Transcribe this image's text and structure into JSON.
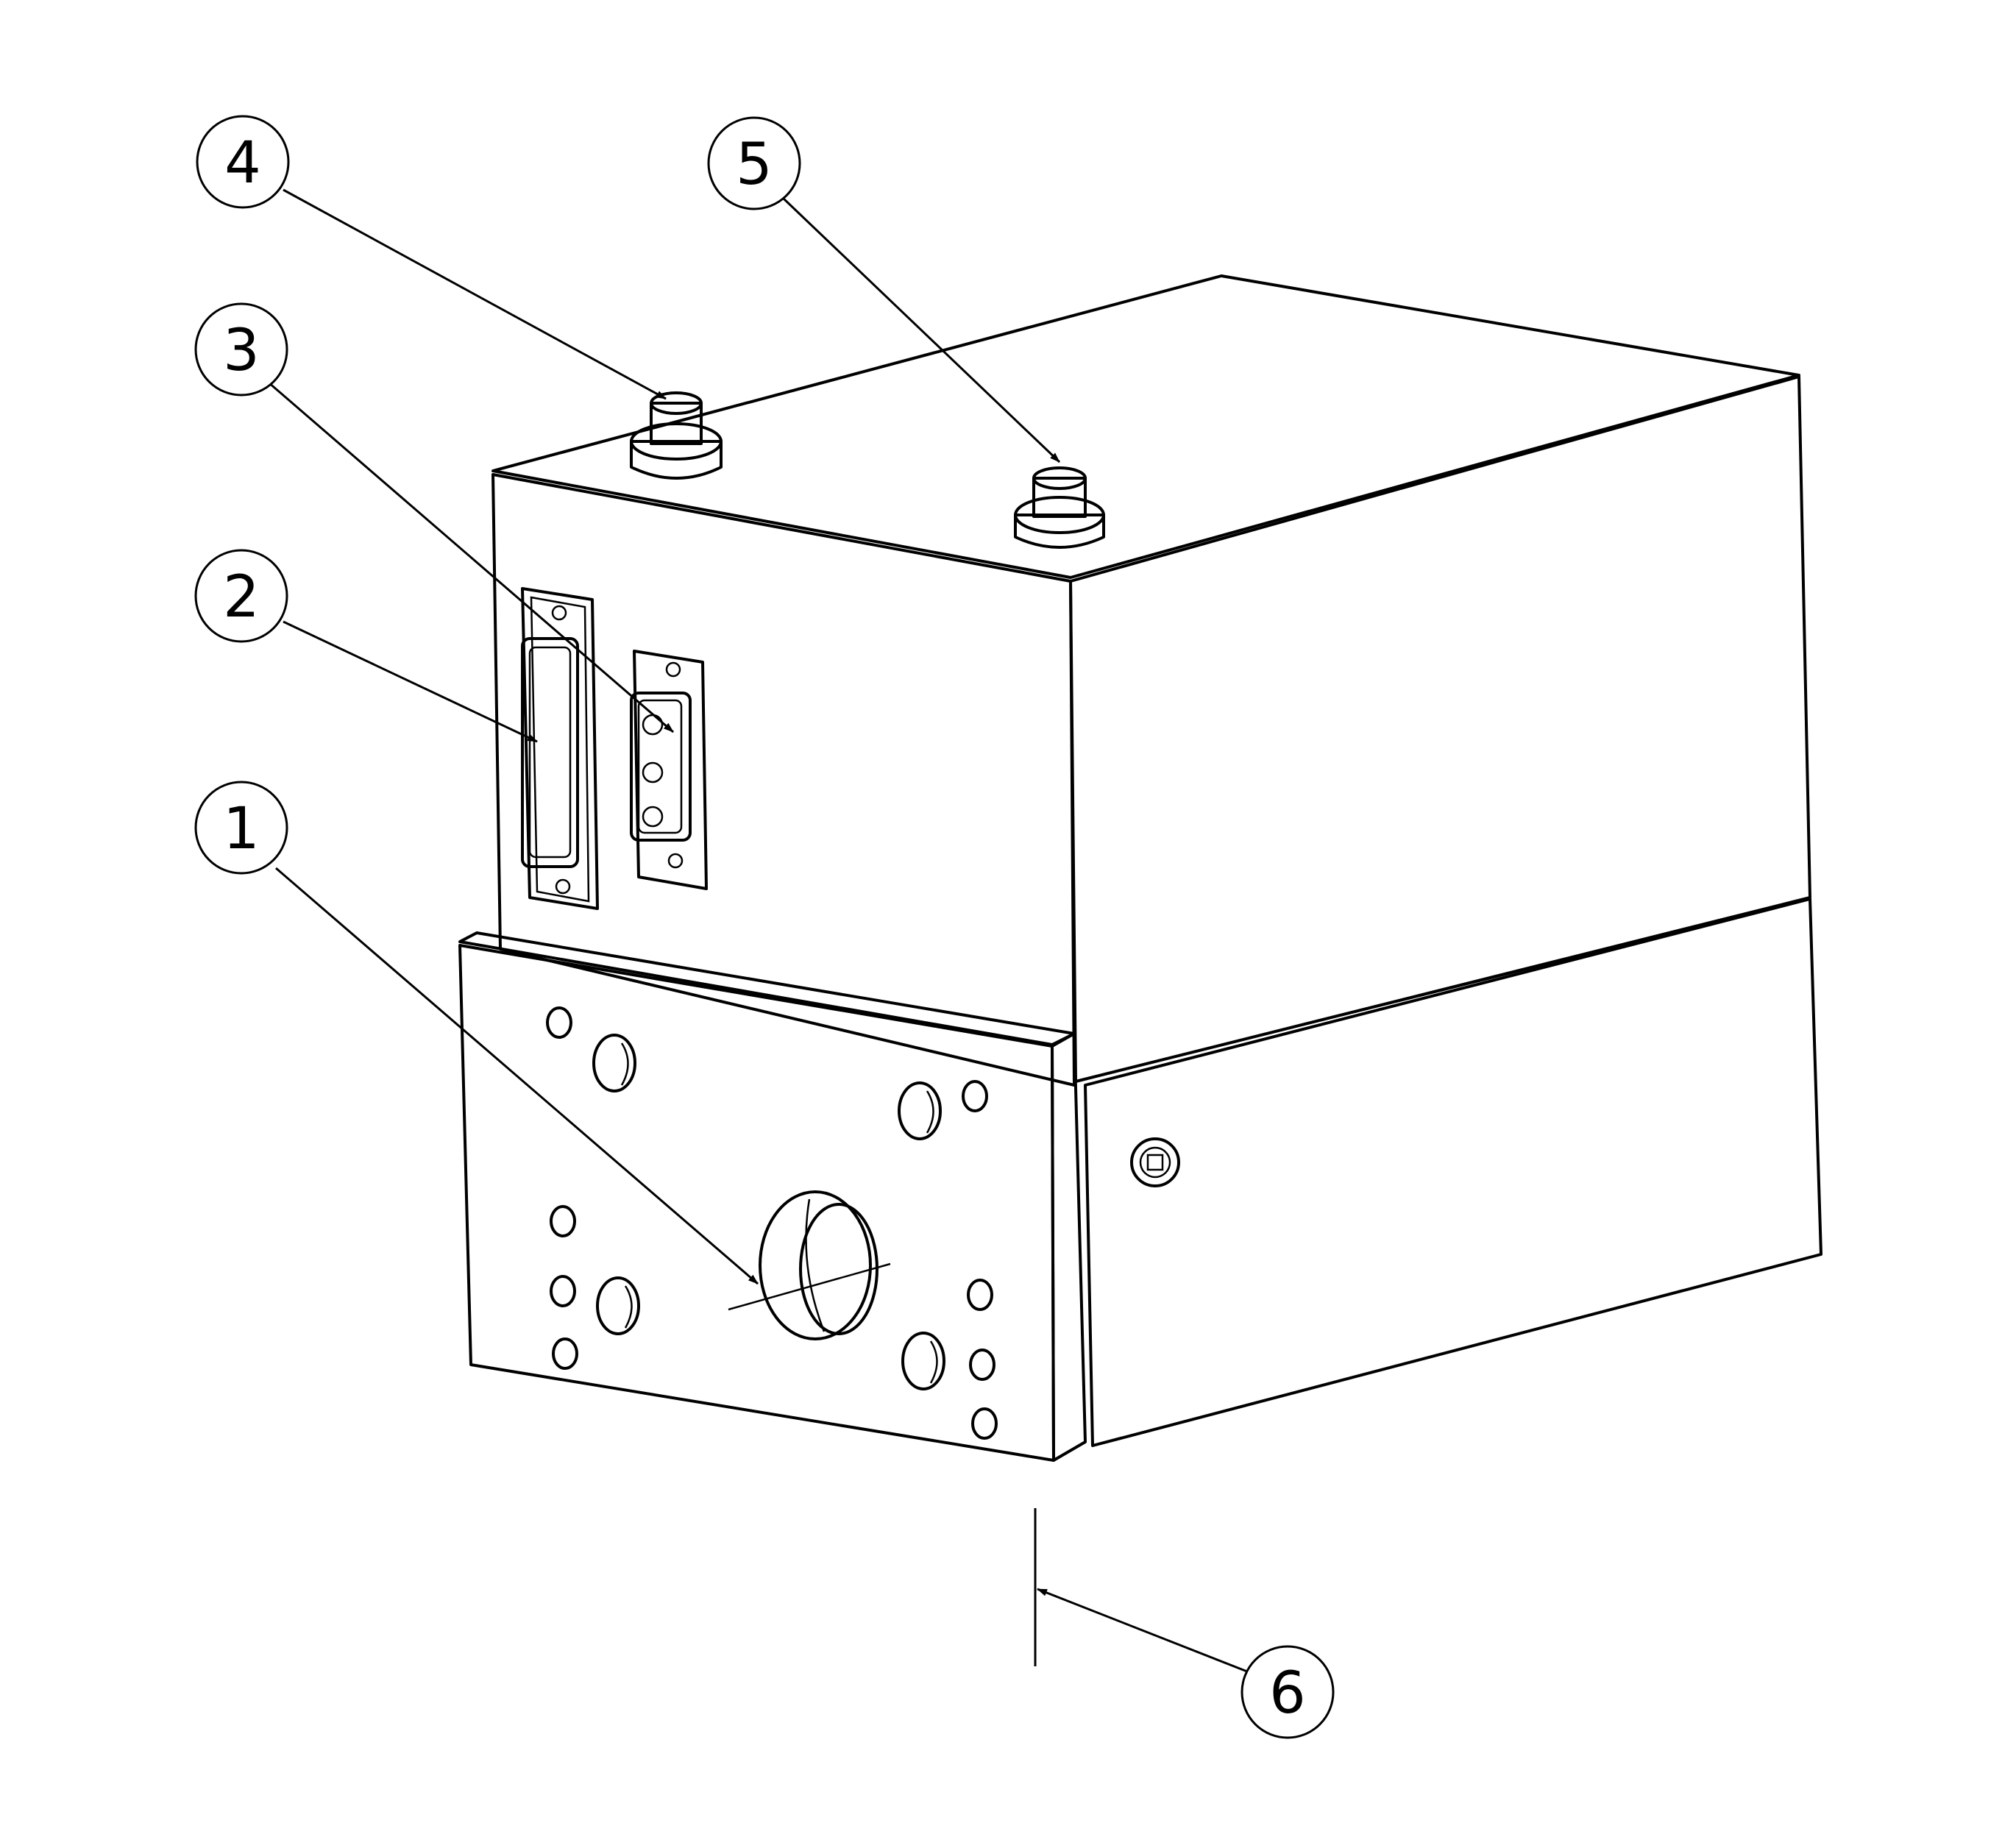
{
  "callouts": [
    {
      "id": "1",
      "label": "1"
    },
    {
      "id": "2",
      "label": "2"
    },
    {
      "id": "3",
      "label": "3"
    },
    {
      "id": "4",
      "label": "4"
    },
    {
      "id": "5",
      "label": "5"
    },
    {
      "id": "6",
      "label": "6"
    }
  ],
  "colors": {
    "body_top": "#f2f2f2",
    "body_front": "#c9c9c9",
    "body_side": "#b9b9b9",
    "plate": "#bdbdbd",
    "bore_insert": "#e0a800",
    "connector": "#3a3a3a"
  }
}
